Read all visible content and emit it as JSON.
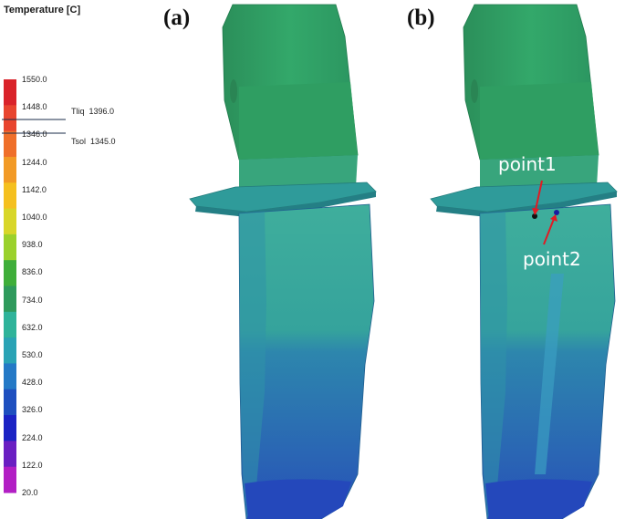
{
  "legend": {
    "title": "Temperature [C]",
    "ticks": [
      "1550.0",
      "1448.0",
      "1346.0",
      "1244.0",
      "1142.0",
      "1040.0",
      "938.0",
      "836.0",
      "734.0",
      "632.0",
      "530.0",
      "428.0",
      "326.0",
      "224.0",
      "122.0",
      "20.0"
    ],
    "colors": [
      "#d9232a",
      "#e8452f",
      "#ef6f2a",
      "#f29a26",
      "#f5c01f",
      "#d8d62a",
      "#9bd12c",
      "#3fae3a",
      "#2f9a5c",
      "#2fb39a",
      "#2aa3b5",
      "#2479c6",
      "#1e4fbf",
      "#1b23c4",
      "#6a1fc2",
      "#b21fc4"
    ],
    "liquidus": {
      "label": "Tliq",
      "value": "1396.0"
    },
    "solidus": {
      "label": "Tsol",
      "value": "1345.0"
    }
  },
  "panels": {
    "a_label": "(a)",
    "b_label": "(b)"
  },
  "points": {
    "point1_label": "point1",
    "point2_label": "point2",
    "arrow_color": "#e01b24"
  },
  "colors": {
    "shroud_green": "#2e9e64",
    "platform_teal": "#2f9c9a",
    "airfoil_light": "#3aa79a",
    "airfoil_mid": "#2d7fb0",
    "airfoil_dark": "#2a57b8"
  }
}
